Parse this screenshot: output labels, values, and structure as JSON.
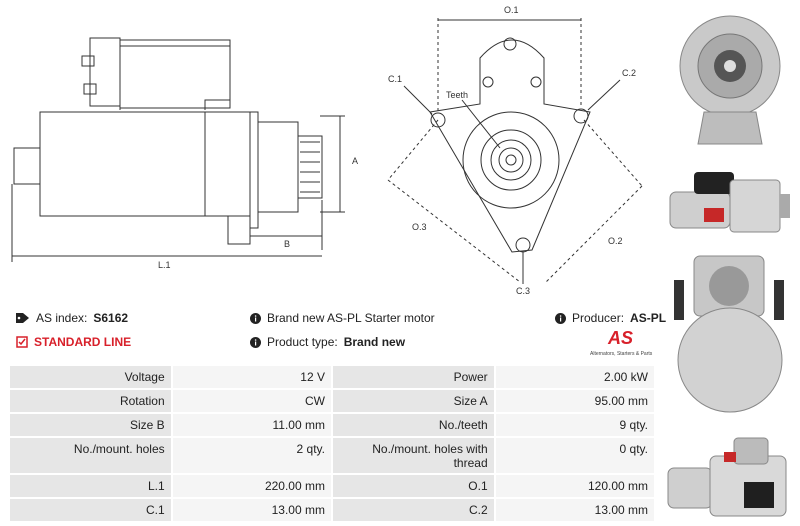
{
  "diagram": {
    "labels": {
      "A": "A",
      "B": "B",
      "L1": "L.1",
      "O1": "O.1",
      "O2": "O.2",
      "O3": "O.3",
      "C1": "C.1",
      "C2": "C.2",
      "C3": "C.3",
      "teeth": "Teeth"
    }
  },
  "info": {
    "as_index_label": "AS index:",
    "as_index_value": "S6162",
    "standard_line": "STANDARD LINE",
    "description": "Brand new AS-PL Starter motor",
    "product_type_label": "Product type:",
    "product_type_value": "Brand new",
    "producer_label": "Producer:",
    "producer_value": "AS-PL"
  },
  "logo": {
    "mark": "AS",
    "tagline": "Alternators, Starters & Parts"
  },
  "specs": {
    "rows": [
      {
        "k1": "Voltage",
        "v1": "12 V",
        "k2": "Power",
        "v2": "2.00 kW"
      },
      {
        "k1": "Rotation",
        "v1": "CW",
        "k2": "Size A",
        "v2": "95.00 mm"
      },
      {
        "k1": "Size B",
        "v1": "11.00 mm",
        "k2": "No./teeth",
        "v2": "9 qty."
      },
      {
        "k1": "No./mount. holes",
        "v1": "2 qty.",
        "k2": "No./mount. holes with thread",
        "v2": "0 qty."
      },
      {
        "k1": "L.1",
        "v1": "220.00 mm",
        "k2": "O.1",
        "v2": "120.00 mm"
      },
      {
        "k1": "C.1",
        "v1": "13.00 mm",
        "k2": "C.2",
        "v2": "13.00 mm"
      }
    ]
  },
  "colors": {
    "accent_red": "#d8202a",
    "key_bg": "#e6e6e6",
    "value_bg": "#f5f5f5"
  }
}
